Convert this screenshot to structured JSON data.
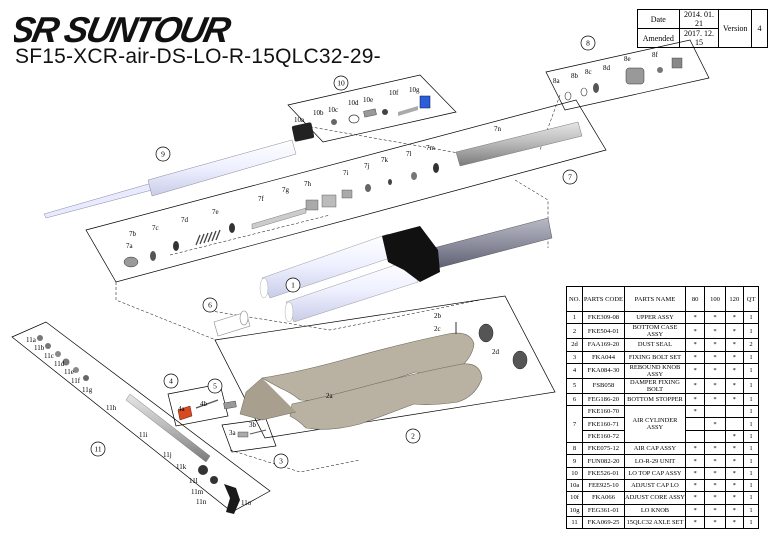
{
  "brand": {
    "logo_text": "SR SUNTOUR"
  },
  "model_title": "SF15-XCR-air-DS-LO-R-15QLC32-29-",
  "doc_info": {
    "date_label": "Date",
    "date_value": "2014. 01. 21",
    "amended_label": "Amended",
    "amended_value": "2017. 12. 15",
    "version_label": "Version",
    "version_value": "4"
  },
  "callouts": [
    "1",
    "2",
    "3",
    "4",
    "5",
    "6",
    "7",
    "8",
    "9",
    "10",
    "11"
  ],
  "sub_labels": {
    "g7": [
      "7a",
      "7b",
      "7c",
      "7d",
      "7e",
      "7f",
      "7g",
      "7h",
      "7i",
      "7j",
      "7k",
      "7l",
      "7m",
      "7n"
    ],
    "g8": [
      "8a",
      "8b",
      "8c",
      "8d",
      "8e",
      "8f"
    ],
    "g10": [
      "10a",
      "10b",
      "10c",
      "10d",
      "10e",
      "10f",
      "10g"
    ],
    "g11": [
      "11a",
      "11b",
      "11c",
      "11d",
      "11e",
      "11f",
      "11g",
      "11h",
      "11i",
      "11j",
      "11k",
      "11l",
      "11m",
      "11n",
      "11o"
    ],
    "g2": [
      "2a",
      "2b",
      "2c",
      "2d"
    ],
    "g4": [
      "4a",
      "4b"
    ],
    "g3": [
      "3a",
      "3b"
    ]
  },
  "parts_table": {
    "headers": [
      "NO.",
      "PARTS CODE",
      "PARTS NAME",
      "80",
      "100",
      "120",
      "QT"
    ],
    "rows": [
      {
        "no": "1",
        "code": "FKE309-08",
        "name": "UPPER ASSY",
        "c80": "*",
        "c100": "*",
        "c120": "*",
        "qt": "1"
      },
      {
        "no": "2",
        "code": "FKE504-01",
        "name": "BOTTOM CASE ASSY",
        "c80": "*",
        "c100": "*",
        "c120": "*",
        "qt": "1"
      },
      {
        "no": "2d",
        "code": "FAA169-20",
        "name": "DUST SEAL",
        "c80": "*",
        "c100": "*",
        "c120": "*",
        "qt": "2"
      },
      {
        "no": "3",
        "code": "FKA044",
        "name": "FIXING BOLT SET",
        "c80": "*",
        "c100": "*",
        "c120": "*",
        "qt": "1"
      },
      {
        "no": "4",
        "code": "FKA084-30",
        "name": "REBOUND KNOB ASSY",
        "c80": "*",
        "c100": "*",
        "c120": "*",
        "qt": "1"
      },
      {
        "no": "5",
        "code": "FSB058",
        "name": "DAMPER FIXING BOLT",
        "c80": "*",
        "c100": "*",
        "c120": "*",
        "qt": "1"
      },
      {
        "no": "6",
        "code": "FEG186-20",
        "name": "BOTTOM STOPPER",
        "c80": "*",
        "c100": "*",
        "c120": "*",
        "qt": "1"
      }
    ],
    "row7": {
      "no": "7",
      "name": "AIR CYLINDER ASSY",
      "subs": [
        {
          "code": "FKE160-70",
          "c80": "*",
          "c100": "",
          "c120": "",
          "qt": "1"
        },
        {
          "code": "FKE160-71",
          "c80": "",
          "c100": "*",
          "c120": "",
          "qt": "1"
        },
        {
          "code": "FKE160-72",
          "c80": "",
          "c100": "",
          "c120": "*",
          "qt": "1"
        }
      ]
    },
    "rows_after": [
      {
        "no": "8",
        "code": "FKE075-12",
        "name": "AIR CAP ASSY",
        "c80": "*",
        "c100": "*",
        "c120": "*",
        "qt": "1"
      },
      {
        "no": "9",
        "code": "FUN082-20",
        "name": "LO-R-29 UNIT",
        "c80": "*",
        "c100": "*",
        "c120": "*",
        "qt": "1"
      },
      {
        "no": "10",
        "code": "FKE526-01",
        "name": "LO TOP CAP ASSY",
        "c80": "*",
        "c100": "*",
        "c120": "*",
        "qt": "1"
      },
      {
        "no": "10a",
        "code": "FEE925-10",
        "name": "ADJUST CAP LO",
        "c80": "*",
        "c100": "*",
        "c120": "*",
        "qt": "1"
      },
      {
        "no": "10f",
        "code": "FKA066",
        "name": "ADJUST CORE ASSY",
        "c80": "*",
        "c100": "*",
        "c120": "*",
        "qt": "1"
      },
      {
        "no": "10g",
        "code": "FEG361-01",
        "name": "LO KNOB",
        "c80": "*",
        "c100": "*",
        "c120": "*",
        "qt": "1"
      },
      {
        "no": "11",
        "code": "FKA069-25",
        "name": "15QLC32 AXLE SET",
        "c80": "*",
        "c100": "*",
        "c120": "*",
        "qt": "1"
      }
    ]
  },
  "colors": {
    "accent_blue": "#2b5fd9",
    "accent_red": "#d94a1e",
    "casting": "#b9b2a3"
  }
}
